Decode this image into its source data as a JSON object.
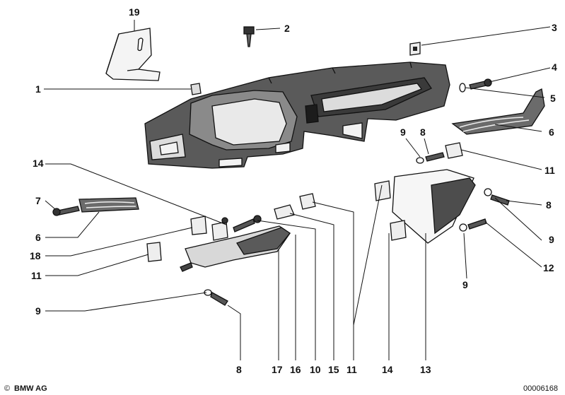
{
  "diagram": {
    "callouts": [
      {
        "id": "c-19-top",
        "label": "19"
      },
      {
        "id": "c-2",
        "label": "2"
      },
      {
        "id": "c-3",
        "label": "3"
      },
      {
        "id": "c-1",
        "label": "1"
      },
      {
        "id": "c-4",
        "label": "4"
      },
      {
        "id": "c-5",
        "label": "5"
      },
      {
        "id": "c-6-right",
        "label": "6"
      },
      {
        "id": "c-9-a",
        "label": "9"
      },
      {
        "id": "c-8-a",
        "label": "8"
      },
      {
        "id": "c-11-right",
        "label": "11"
      },
      {
        "id": "c-14-left",
        "label": "14"
      },
      {
        "id": "c-7",
        "label": "7"
      },
      {
        "id": "c-6-left",
        "label": "6"
      },
      {
        "id": "c-18",
        "label": "18"
      },
      {
        "id": "c-11-left",
        "label": "11"
      },
      {
        "id": "c-9-left",
        "label": "9"
      },
      {
        "id": "c-8-right",
        "label": "8"
      },
      {
        "id": "c-9-right",
        "label": "9"
      },
      {
        "id": "c-12",
        "label": "12"
      },
      {
        "id": "c-9-bottom-right",
        "label": "9"
      },
      {
        "id": "c-8-bottom",
        "label": "8"
      },
      {
        "id": "c-17",
        "label": "17"
      },
      {
        "id": "c-16",
        "label": "16"
      },
      {
        "id": "c-10",
        "label": "10"
      },
      {
        "id": "c-15",
        "label": "15"
      },
      {
        "id": "c-11-bottom",
        "label": "11"
      },
      {
        "id": "c-14-bottom",
        "label": "14"
      },
      {
        "id": "c-13",
        "label": "13"
      }
    ]
  },
  "footer": {
    "copyright_symbol": "©",
    "brand": "BMW AG",
    "drawing_number": "00006168"
  }
}
